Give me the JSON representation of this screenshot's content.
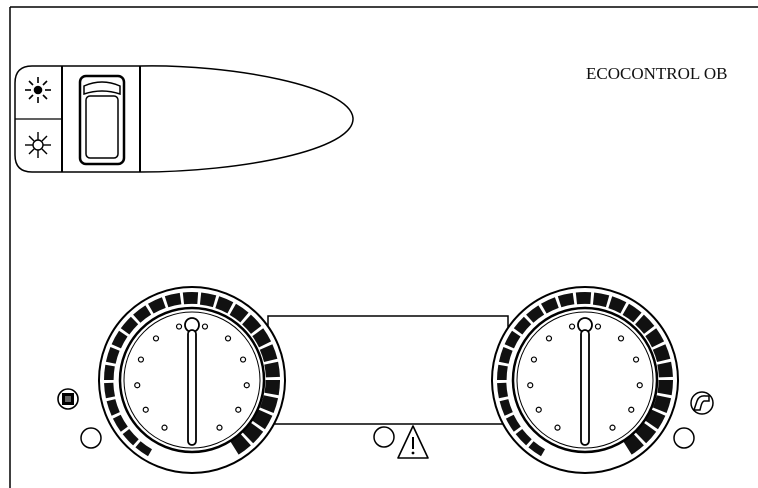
{
  "panel": {
    "model_label": "ECOCONTROL OB"
  },
  "mode_switch": {
    "icons": [
      "summer-sun-icon",
      "winter-snowflake-icon"
    ]
  },
  "knobs": [
    {
      "name": "heating-temperature-knob",
      "icon": "radiator-icon"
    },
    {
      "name": "hot-water-temperature-knob",
      "icon": "tap-icon"
    }
  ],
  "indicators": [
    {
      "name": "heating-status-led"
    },
    {
      "name": "alarm-led",
      "icon": "warning-triangle-icon"
    },
    {
      "name": "hot-water-status-led"
    }
  ]
}
